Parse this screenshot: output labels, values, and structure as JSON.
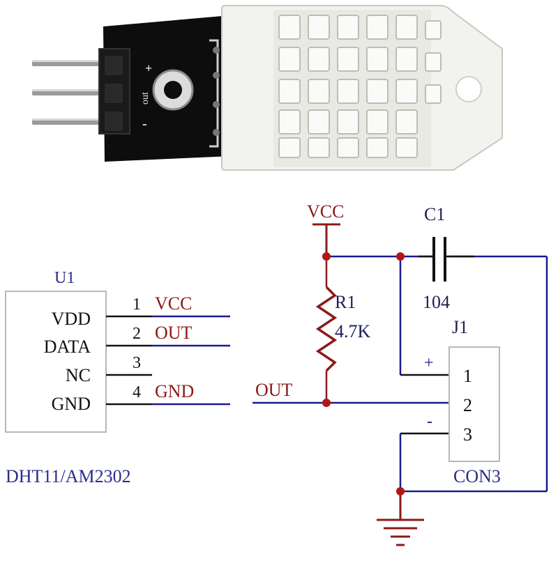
{
  "module_photo": {
    "pin_labels": {
      "plus": "+",
      "out": "out",
      "minus": "-"
    }
  },
  "u1": {
    "ref": "U1",
    "part": "DHT11/AM2302",
    "pins": [
      {
        "name": "VDD",
        "number": "1",
        "net": "VCC"
      },
      {
        "name": "DATA",
        "number": "2",
        "net": "OUT"
      },
      {
        "name": "NC",
        "number": "3",
        "net": ""
      },
      {
        "name": "GND",
        "number": "4",
        "net": "GND"
      }
    ]
  },
  "vcc_label": "VCC",
  "out_label": "OUT",
  "r1": {
    "ref": "R1",
    "value": "4.7K"
  },
  "c1": {
    "ref": "C1",
    "value": "104"
  },
  "j1": {
    "ref": "J1",
    "part": "CON3",
    "pins": [
      "1",
      "2",
      "3"
    ],
    "plus": "+",
    "minus": "-"
  },
  "colors": {
    "wire": "#1a1a8c",
    "pin_line": "#111111",
    "junction": "#b01818",
    "power_symbol": "#8b1a1a",
    "component": "#8b1a1a",
    "pcb": "#0d0d0d",
    "housing": "#f2f2ee"
  }
}
